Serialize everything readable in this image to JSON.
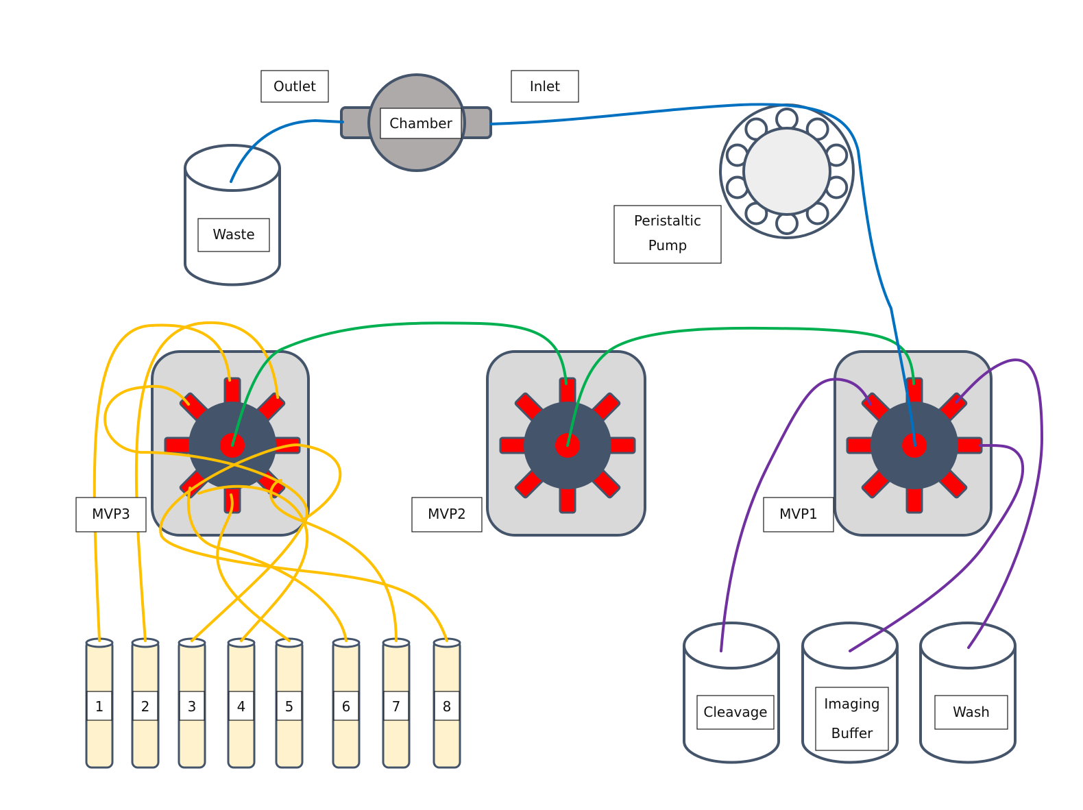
{
  "labels": {
    "outlet": "Outlet",
    "inlet": "Inlet",
    "chamber": "Chamber",
    "waste": "Waste",
    "pump_line1": "Peristaltic",
    "pump_line2": "Pump",
    "mvp3": "MVP3",
    "mvp2": "MVP2",
    "mvp1": "MVP1",
    "cleavage": "Cleavage",
    "imaging_line1": "Imaging",
    "imaging_line2": "Buffer",
    "wash": "Wash"
  },
  "tubes": [
    "1",
    "2",
    "3",
    "4",
    "5",
    "6",
    "7",
    "8"
  ],
  "colors": {
    "outline": "#44546a",
    "valve_body": "#d9d9d9",
    "port": "#ff0000",
    "hub": "#44546a",
    "chamber": "#aeaaaa",
    "tube_fill": "#fff2cc",
    "line_sample": "#ffc000",
    "line_valve_link": "#00b050",
    "line_flow": "#0070c0",
    "line_reagent": "#7030a0"
  }
}
